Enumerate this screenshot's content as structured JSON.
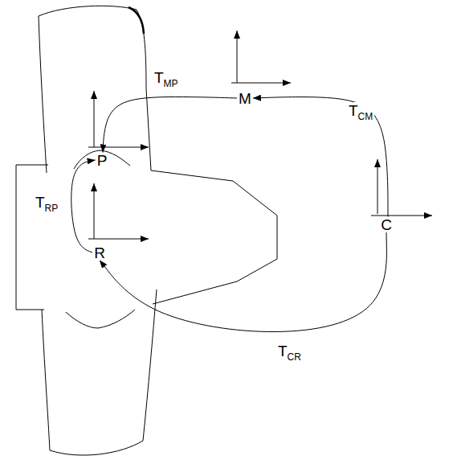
{
  "diagram": {
    "nodes": [
      {
        "text": [
          "M"
        ]
      },
      {
        "text": [
          "P"
        ]
      },
      {
        "text": [
          "C"
        ]
      },
      {
        "text": [
          "R"
        ]
      }
    ],
    "edges": [
      {
        "from": 0,
        "to": 1,
        "label": "TMP",
        "arrow": "to"
      },
      {
        "from": 2,
        "to": 0,
        "label": "TCM",
        "arrow": "to"
      },
      {
        "from": 3,
        "to": 1,
        "label": "TRP",
        "arrow": "to"
      },
      {
        "from": 2,
        "to": 3,
        "label": "TCR",
        "arrow": "to"
      }
    ]
  }
}
